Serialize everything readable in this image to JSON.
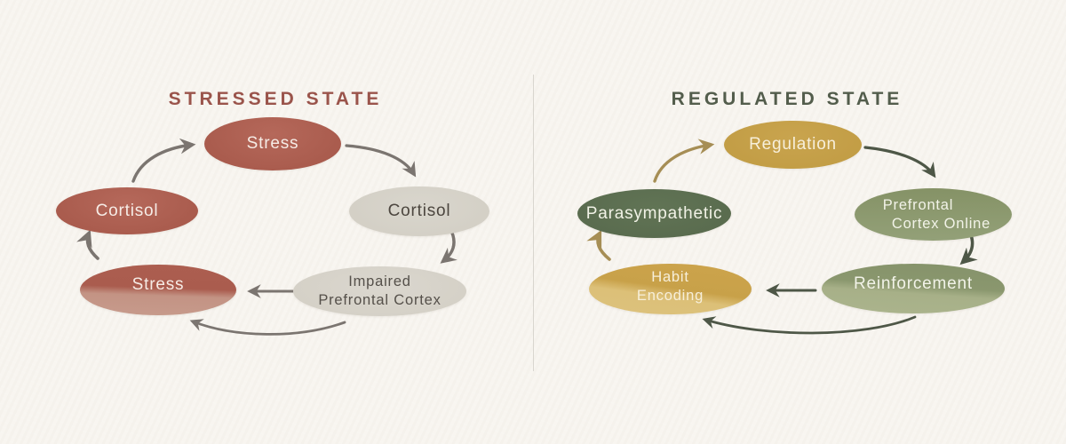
{
  "left_panel": {
    "title": "STRESSED STATE",
    "title_color": "#9a544b",
    "nodes": [
      {
        "id": "stress-top",
        "label": "Stress",
        "fill": "#aa5c4e",
        "text_color": "#f6ece6"
      },
      {
        "id": "cortisol-right",
        "label": "Cortisol",
        "fill": "#d6d2c9",
        "text_color": "#4c463f"
      },
      {
        "id": "impaired-prefrontal-cortex",
        "lines": [
          "Impaired",
          "Prefrontal Cortex"
        ],
        "fill": "#d7d3cb",
        "text_color": "#55504a"
      },
      {
        "id": "stress-bottom",
        "label": "Stress",
        "fill": "#ab5d4f",
        "wash_color": "#c49586",
        "text_color": "#f6ece6"
      },
      {
        "id": "cortisol-left",
        "label": "Cortisol",
        "fill": "#aa5c4e",
        "text_color": "#f6ece6"
      }
    ],
    "arrows": [
      {
        "from": "cortisol-left",
        "to": "stress-top",
        "color": "#7b7570"
      },
      {
        "from": "stress-top",
        "to": "cortisol-right",
        "color": "#7b7570"
      },
      {
        "from": "cortisol-right",
        "to": "impaired-prefrontal-cortex",
        "color": "#7b7570"
      },
      {
        "from": "impaired-prefrontal-cortex",
        "to": "stress-bottom",
        "color": "#7b7570"
      },
      {
        "from": "impaired-prefrontal-cortex",
        "to": "stress-bottom",
        "color": "#7b7570"
      },
      {
        "from": "stress-bottom",
        "to": "cortisol-left",
        "color": "#7b7570"
      }
    ]
  },
  "right_panel": {
    "title": "REGULATED STATE",
    "title_color": "#535d4c",
    "nodes": [
      {
        "id": "regulation",
        "label": "Regulation",
        "fill": "#c5a04a",
        "text_color": "#f7efda"
      },
      {
        "id": "prefrontal-cortex-online",
        "lines": [
          "Prefrontal",
          "Cortex Online"
        ],
        "fill": "#8d9a70",
        "text_color": "#f2f3e8"
      },
      {
        "id": "reinforcement",
        "label": "Reinforcement",
        "fill": "#8a976e",
        "wash_color": "#a9b28a",
        "text_color": "#f2f3e8"
      },
      {
        "id": "habit-encoding",
        "lines": [
          "Habit",
          "Encoding"
        ],
        "fill": "#c9a249",
        "wash_color": "#dcc078",
        "text_color": "#f7efda"
      },
      {
        "id": "parasympathetic",
        "label": "Parasympathetic",
        "fill": "#5c6f51",
        "text_color": "#f1f2e6"
      }
    ],
    "arrows": [
      {
        "from": "parasympathetic",
        "to": "regulation",
        "color": "#a68e55"
      },
      {
        "from": "regulation",
        "to": "prefrontal-cortex-online",
        "color": "#4e5747"
      },
      {
        "from": "prefrontal-cortex-online",
        "to": "reinforcement",
        "color": "#4e5747"
      },
      {
        "from": "reinforcement",
        "to": "habit-encoding",
        "color": "#4e5747"
      },
      {
        "from": "reinforcement",
        "to": "habit-encoding",
        "color": "#4e5747"
      },
      {
        "from": "habit-encoding",
        "to": "parasympathetic",
        "color": "#a68e55"
      }
    ]
  },
  "colors": {
    "background": "#f8f5f0",
    "divider": "#d9d6cf",
    "terracotta": "#aa5c4e",
    "terracotta_wash": "#c49586",
    "stone": "#d6d2c9",
    "gold": "#c5a04a",
    "gold_wash": "#dcc078",
    "sage": "#8d9a70",
    "sage_wash": "#a9b28a",
    "dark_green": "#5c6f51",
    "arrow_gray": "#7b7570",
    "arrow_dark": "#4e5747",
    "arrow_gold": "#a68e55"
  }
}
